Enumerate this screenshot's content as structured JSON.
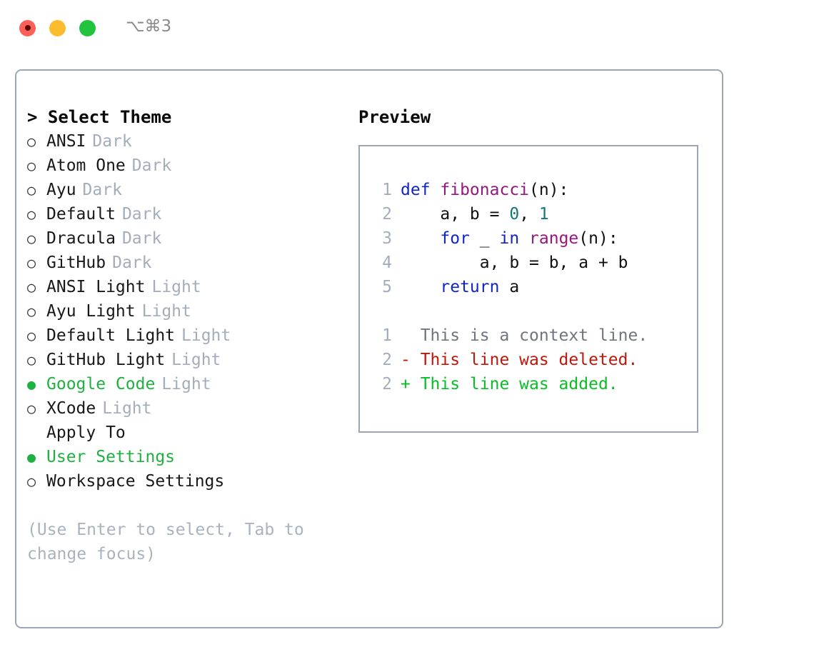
{
  "titlebar": {
    "shortcut": "⌥⌘3",
    "buttons": [
      {
        "name": "close",
        "color": "#fc6058"
      },
      {
        "name": "minimize",
        "color": "#fdbc2e"
      },
      {
        "name": "maximize",
        "color": "#21c43c"
      }
    ]
  },
  "theme_panel": {
    "heading": "> Select Theme",
    "selected_marker": "●",
    "unselected_marker": "○",
    "themes": [
      {
        "name": "ANSI",
        "variant": "Dark",
        "selected": false
      },
      {
        "name": "Atom One",
        "variant": "Dark",
        "selected": false
      },
      {
        "name": "Ayu",
        "variant": "Dark",
        "selected": false
      },
      {
        "name": "Default",
        "variant": "Dark",
        "selected": false
      },
      {
        "name": "Dracula",
        "variant": "Dark",
        "selected": false
      },
      {
        "name": "GitHub",
        "variant": "Dark",
        "selected": false
      },
      {
        "name": "ANSI Light",
        "variant": "Light",
        "selected": false
      },
      {
        "name": "Ayu Light",
        "variant": "Light",
        "selected": false
      },
      {
        "name": "Default Light",
        "variant": "Light",
        "selected": false
      },
      {
        "name": "GitHub Light",
        "variant": "Light",
        "selected": false
      },
      {
        "name": "Google Code",
        "variant": "Light",
        "selected": true
      },
      {
        "name": "XCode",
        "variant": "Light",
        "selected": false
      }
    ],
    "apply_to": {
      "heading": "Apply To",
      "options": [
        {
          "name": "User Settings",
          "selected": true
        },
        {
          "name": "Workspace Settings",
          "selected": false
        }
      ]
    },
    "hint": "(Use Enter to select, Tab to change focus)"
  },
  "preview_panel": {
    "heading": "Preview",
    "code_lines": [
      {
        "no": "1",
        "tokens": [
          {
            "t": "def ",
            "c": "kw"
          },
          {
            "t": "fibonacci",
            "c": "fn"
          },
          {
            "t": "(n):",
            "c": "pl"
          }
        ]
      },
      {
        "no": "2",
        "tokens": [
          {
            "t": "    a, b = ",
            "c": "pl"
          },
          {
            "t": "0",
            "c": "num"
          },
          {
            "t": ", ",
            "c": "pl"
          },
          {
            "t": "1",
            "c": "num"
          }
        ]
      },
      {
        "no": "3",
        "tokens": [
          {
            "t": "    ",
            "c": "pl"
          },
          {
            "t": "for",
            "c": "kw"
          },
          {
            "t": " _ ",
            "c": "pl"
          },
          {
            "t": "in",
            "c": "kw"
          },
          {
            "t": " ",
            "c": "pl"
          },
          {
            "t": "range",
            "c": "fn"
          },
          {
            "t": "(n):",
            "c": "pl"
          }
        ]
      },
      {
        "no": "4",
        "tokens": [
          {
            "t": "        a, b = b, a + b",
            "c": "pl"
          }
        ]
      },
      {
        "no": "5",
        "tokens": [
          {
            "t": "    ",
            "c": "pl"
          },
          {
            "t": "return",
            "c": "kw"
          },
          {
            "t": " a",
            "c": "pl"
          }
        ]
      }
    ],
    "diff_lines": [
      {
        "no": "1",
        "marker": " ",
        "text": "  This is a context line.",
        "kind": "ctx"
      },
      {
        "no": "2",
        "marker": "-",
        "text": "- This line was deleted.",
        "kind": "del"
      },
      {
        "no": "2",
        "marker": "+",
        "text": "+ This line was added.",
        "kind": "add"
      }
    ]
  },
  "colors": {
    "accent_green": "#1fb13f",
    "border": "#9ba7b6",
    "muted": "#a4adbb",
    "keyword": "#1125c7",
    "function": "#96177e",
    "number": "#11797a",
    "diff_context": "#70757c",
    "diff_deleted": "#c0170c",
    "diff_added": "#07bf25"
  }
}
